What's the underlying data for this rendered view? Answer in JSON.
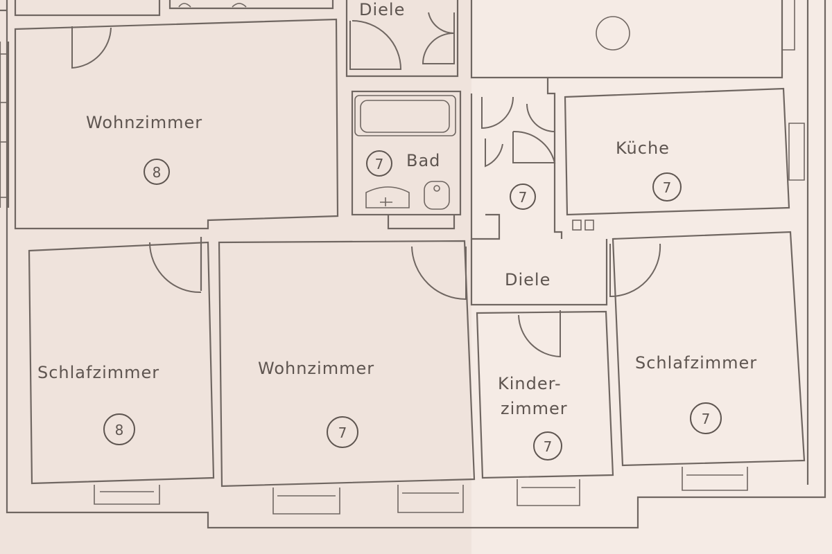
{
  "rooms": {
    "diele_top": {
      "label": "Diele"
    },
    "wohnzimmer_left": {
      "label": "Wohnzimmer",
      "number": "8"
    },
    "bad": {
      "label": "Bad",
      "number": "7"
    },
    "kueche": {
      "label": "Küche",
      "number": "7"
    },
    "flur_small": {
      "number": "7"
    },
    "diele_mid": {
      "label": "Diele"
    },
    "schlafzimmer_left": {
      "label": "Schlafzimmer",
      "number": "8"
    },
    "wohnzimmer_mid": {
      "label": "Wohnzimmer",
      "number": "7"
    },
    "kinderzimmer": {
      "label_line1": "Kinder-",
      "label_line2": "zimmer",
      "number": "7"
    },
    "schlafzimmer_right": {
      "label": "Schlafzimmer",
      "number": "7"
    }
  },
  "colors": {
    "paper": "#efe3dc",
    "ink": "#6f6661"
  }
}
